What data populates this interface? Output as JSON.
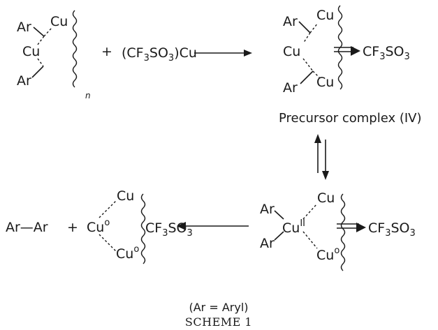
{
  "scheme": {
    "caption": "SCHEME 1",
    "footnote": "(Ar = Aryl)",
    "plus": "+",
    "reactant": {
      "ar_top": "Ar",
      "ar_bottom": "Ar",
      "cu_top": "Cu",
      "cu_center": "Cu",
      "subscript_n": "n"
    },
    "reagent": {
      "prefix": "(CF",
      "sub1": "3",
      "mid": "SO",
      "sub2": "3",
      "suffix": ")Cu"
    },
    "precursor": {
      "ar_top": "Ar",
      "ar_bottom": "Ar",
      "cu_top": "Cu",
      "cu_center": "Cu",
      "cu_bottom": "Cu",
      "counterion": "CF",
      "counterion_sub1": "3",
      "counterion_mid": "SO",
      "counterion_sub2": "3",
      "label": "Precursor complex (IV)"
    },
    "intermediate": {
      "ar_top": "Ar",
      "ar_bottom": "Ar",
      "cu_center": "Cu",
      "cu_center_sup": "II",
      "cu_top": "Cu",
      "cu_bottom": "Cu",
      "cu_bottom_sup": "o",
      "counterion": "CF",
      "counterion_sub1": "3",
      "counterion_mid": "SO",
      "counterion_sub2": "3"
    },
    "products": {
      "biaryl": "Ar—Ar",
      "plus": "+",
      "cu_center": "Cu",
      "cu_center_sup": "o",
      "cu_top": "Cu",
      "cu_bottom": "Cu",
      "cu_bottom_sup": "o",
      "counterion": "CF",
      "counterion_sub1": "3",
      "counterion_mid": "SO",
      "counterion_sub2": "3"
    }
  }
}
